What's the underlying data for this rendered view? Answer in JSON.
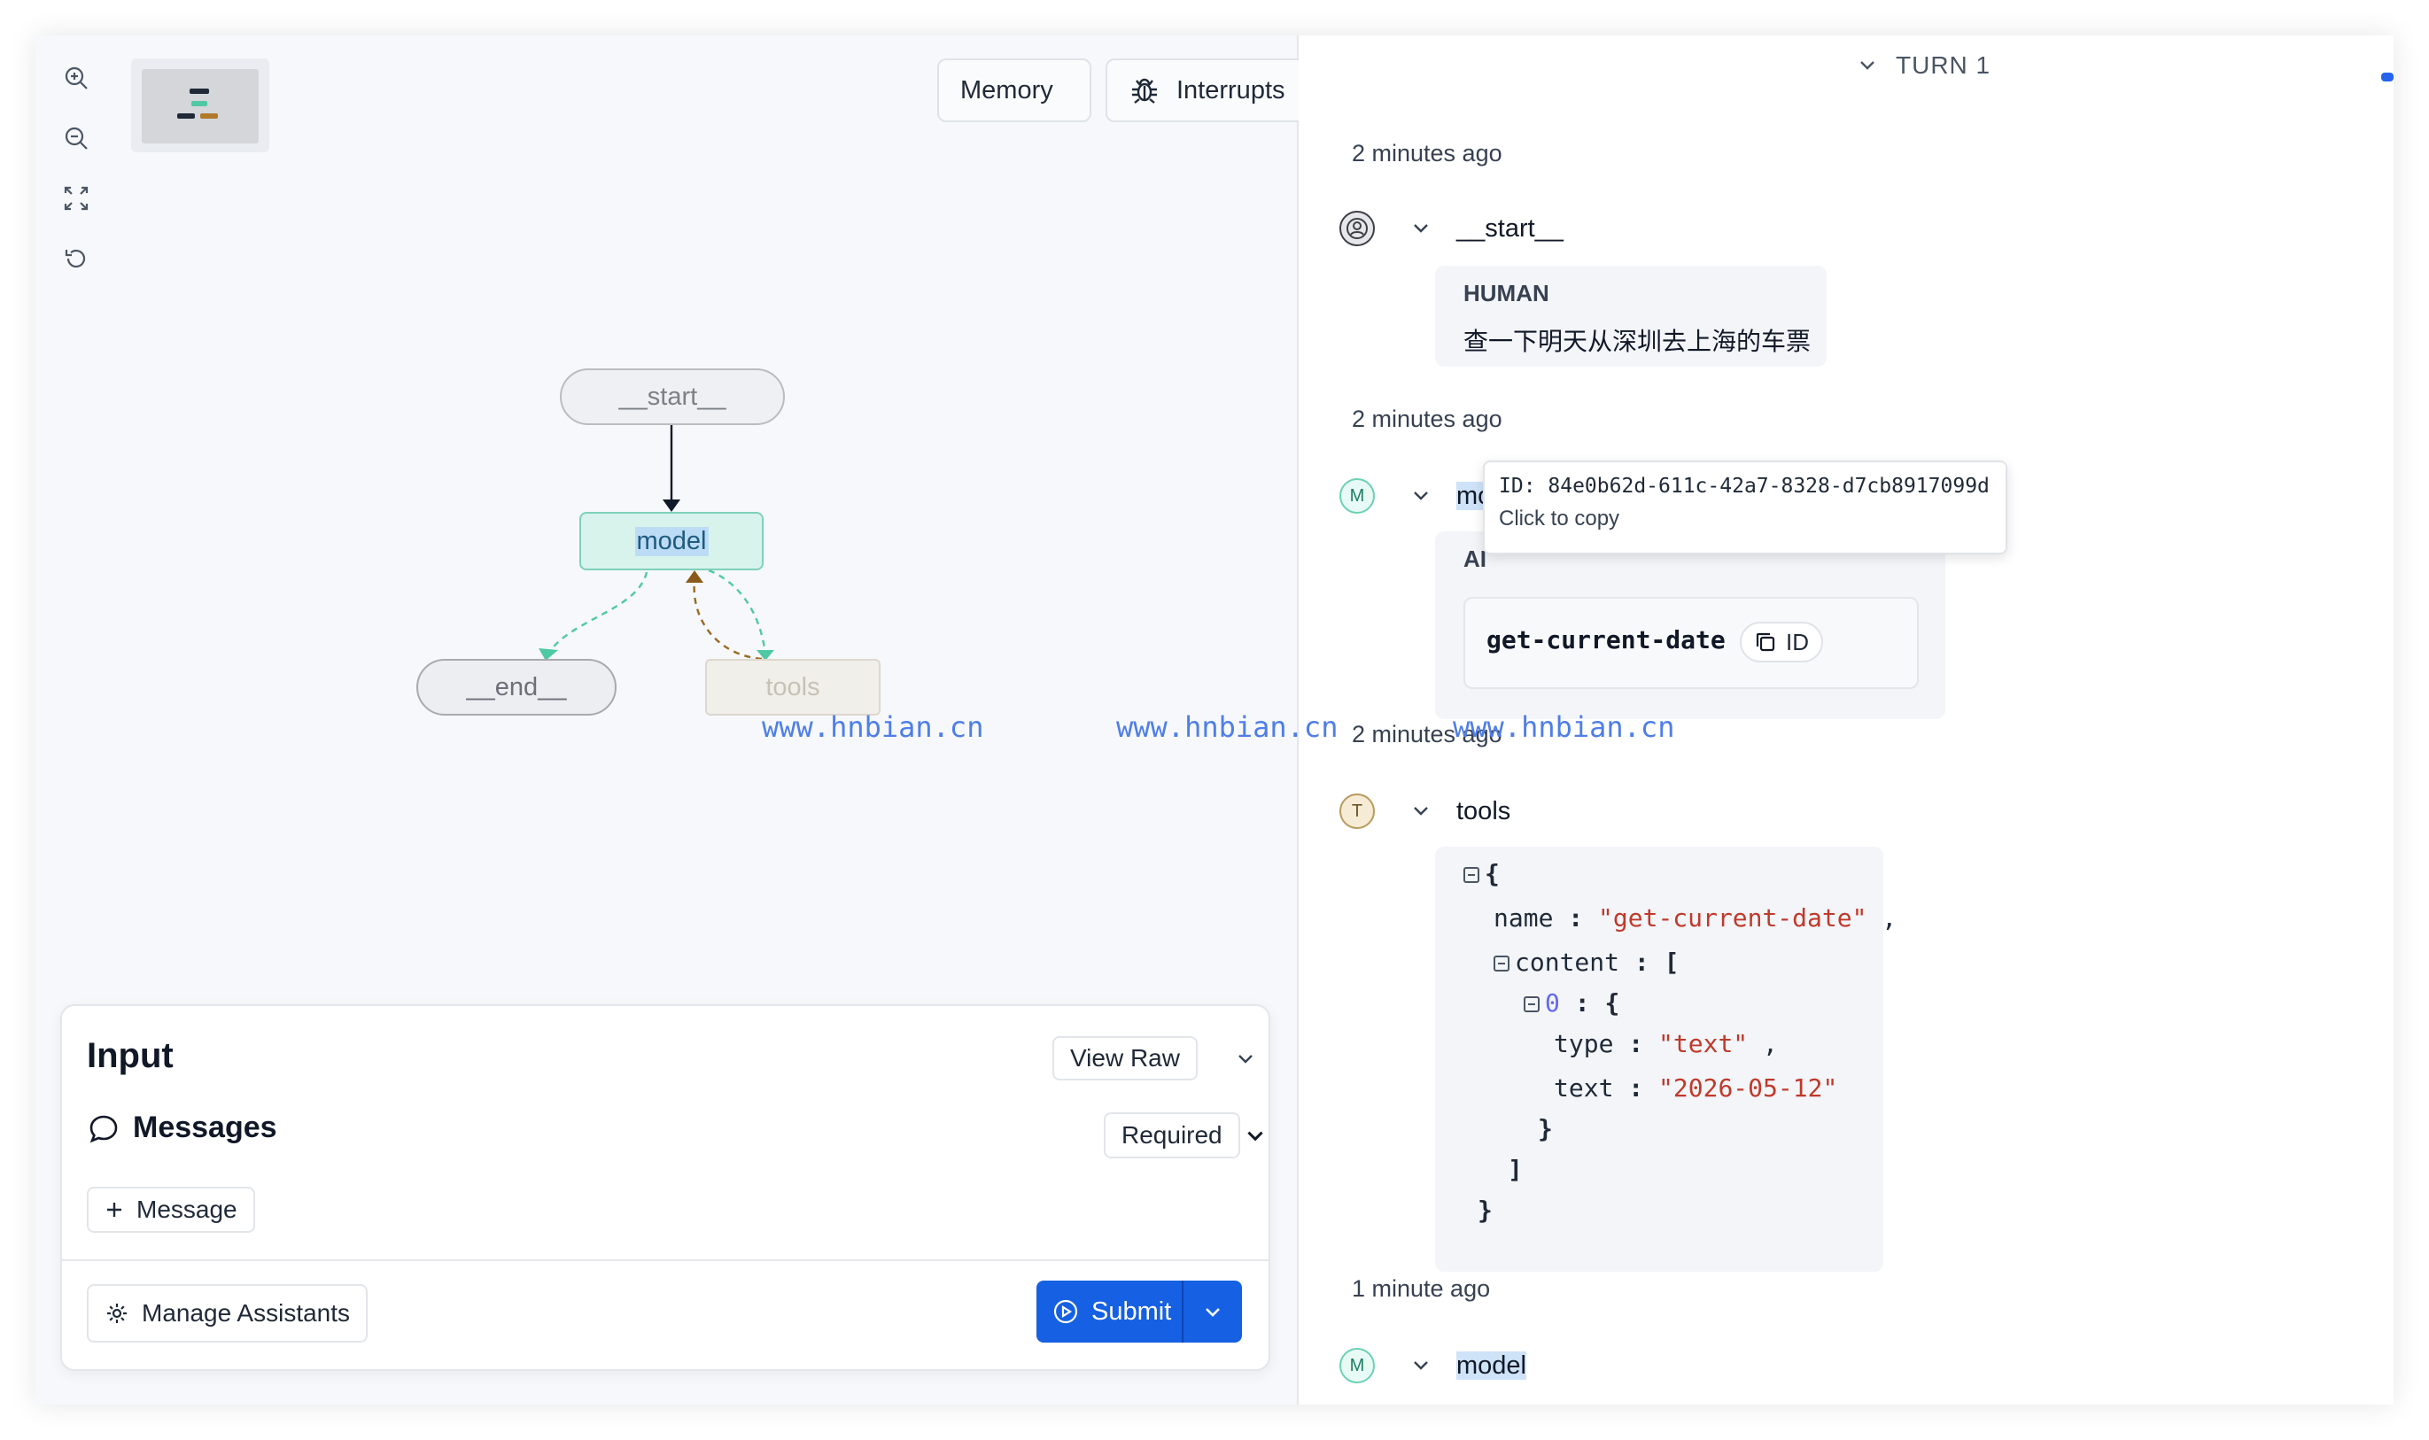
{
  "toolbar": {
    "memory_label": "Memory",
    "interrupts_label": "Interrupts"
  },
  "graph": {
    "nodes": {
      "start": "__start__",
      "model": "model",
      "end": "__end__",
      "tools": "tools"
    }
  },
  "input_panel": {
    "title": "Input",
    "view_raw_label": "View Raw",
    "messages_label": "Messages",
    "required_label": "Required",
    "add_message_label": "Message",
    "manage_assistants_label": "Manage Assistants",
    "submit_label": "Submit"
  },
  "thread": {
    "turn_label": "TURN 1",
    "steps": [
      {
        "timestamp": "2 minutes ago",
        "node": "__start__",
        "role": "HUMAN",
        "content": "查一下明天从深圳去上海的车票"
      },
      {
        "timestamp": "2 minutes ago",
        "node": "model",
        "role": "AI",
        "tool_call": "get-current-date",
        "id_label": "ID"
      },
      {
        "timestamp": "2 minutes ago",
        "node": "tools"
      },
      {
        "timestamp": "1 minute ago",
        "node": "model"
      }
    ],
    "tool_json": {
      "name_key": "name",
      "name_value": "\"get-current-date\"",
      "content_key": "content",
      "index_key": "0",
      "type_key": "type",
      "type_value": "\"text\"",
      "text_key": "text",
      "text_value": "\"2026-05-12\""
    }
  },
  "tooltip": {
    "id_line": "ID: 84e0b62d-611c-42a7-8328-d7cb8917099d",
    "hint": "Click to copy"
  },
  "avatars": {
    "human": "",
    "model": "M",
    "tools": "T"
  },
  "watermarks": [
    "www.hnbian.cn",
    "www.hnbian.cn",
    "www.hnbian.cn"
  ],
  "colors": {
    "accent_blue": "#1660e3",
    "model_node": "#d8f3ec",
    "string_value": "#c0392b"
  }
}
